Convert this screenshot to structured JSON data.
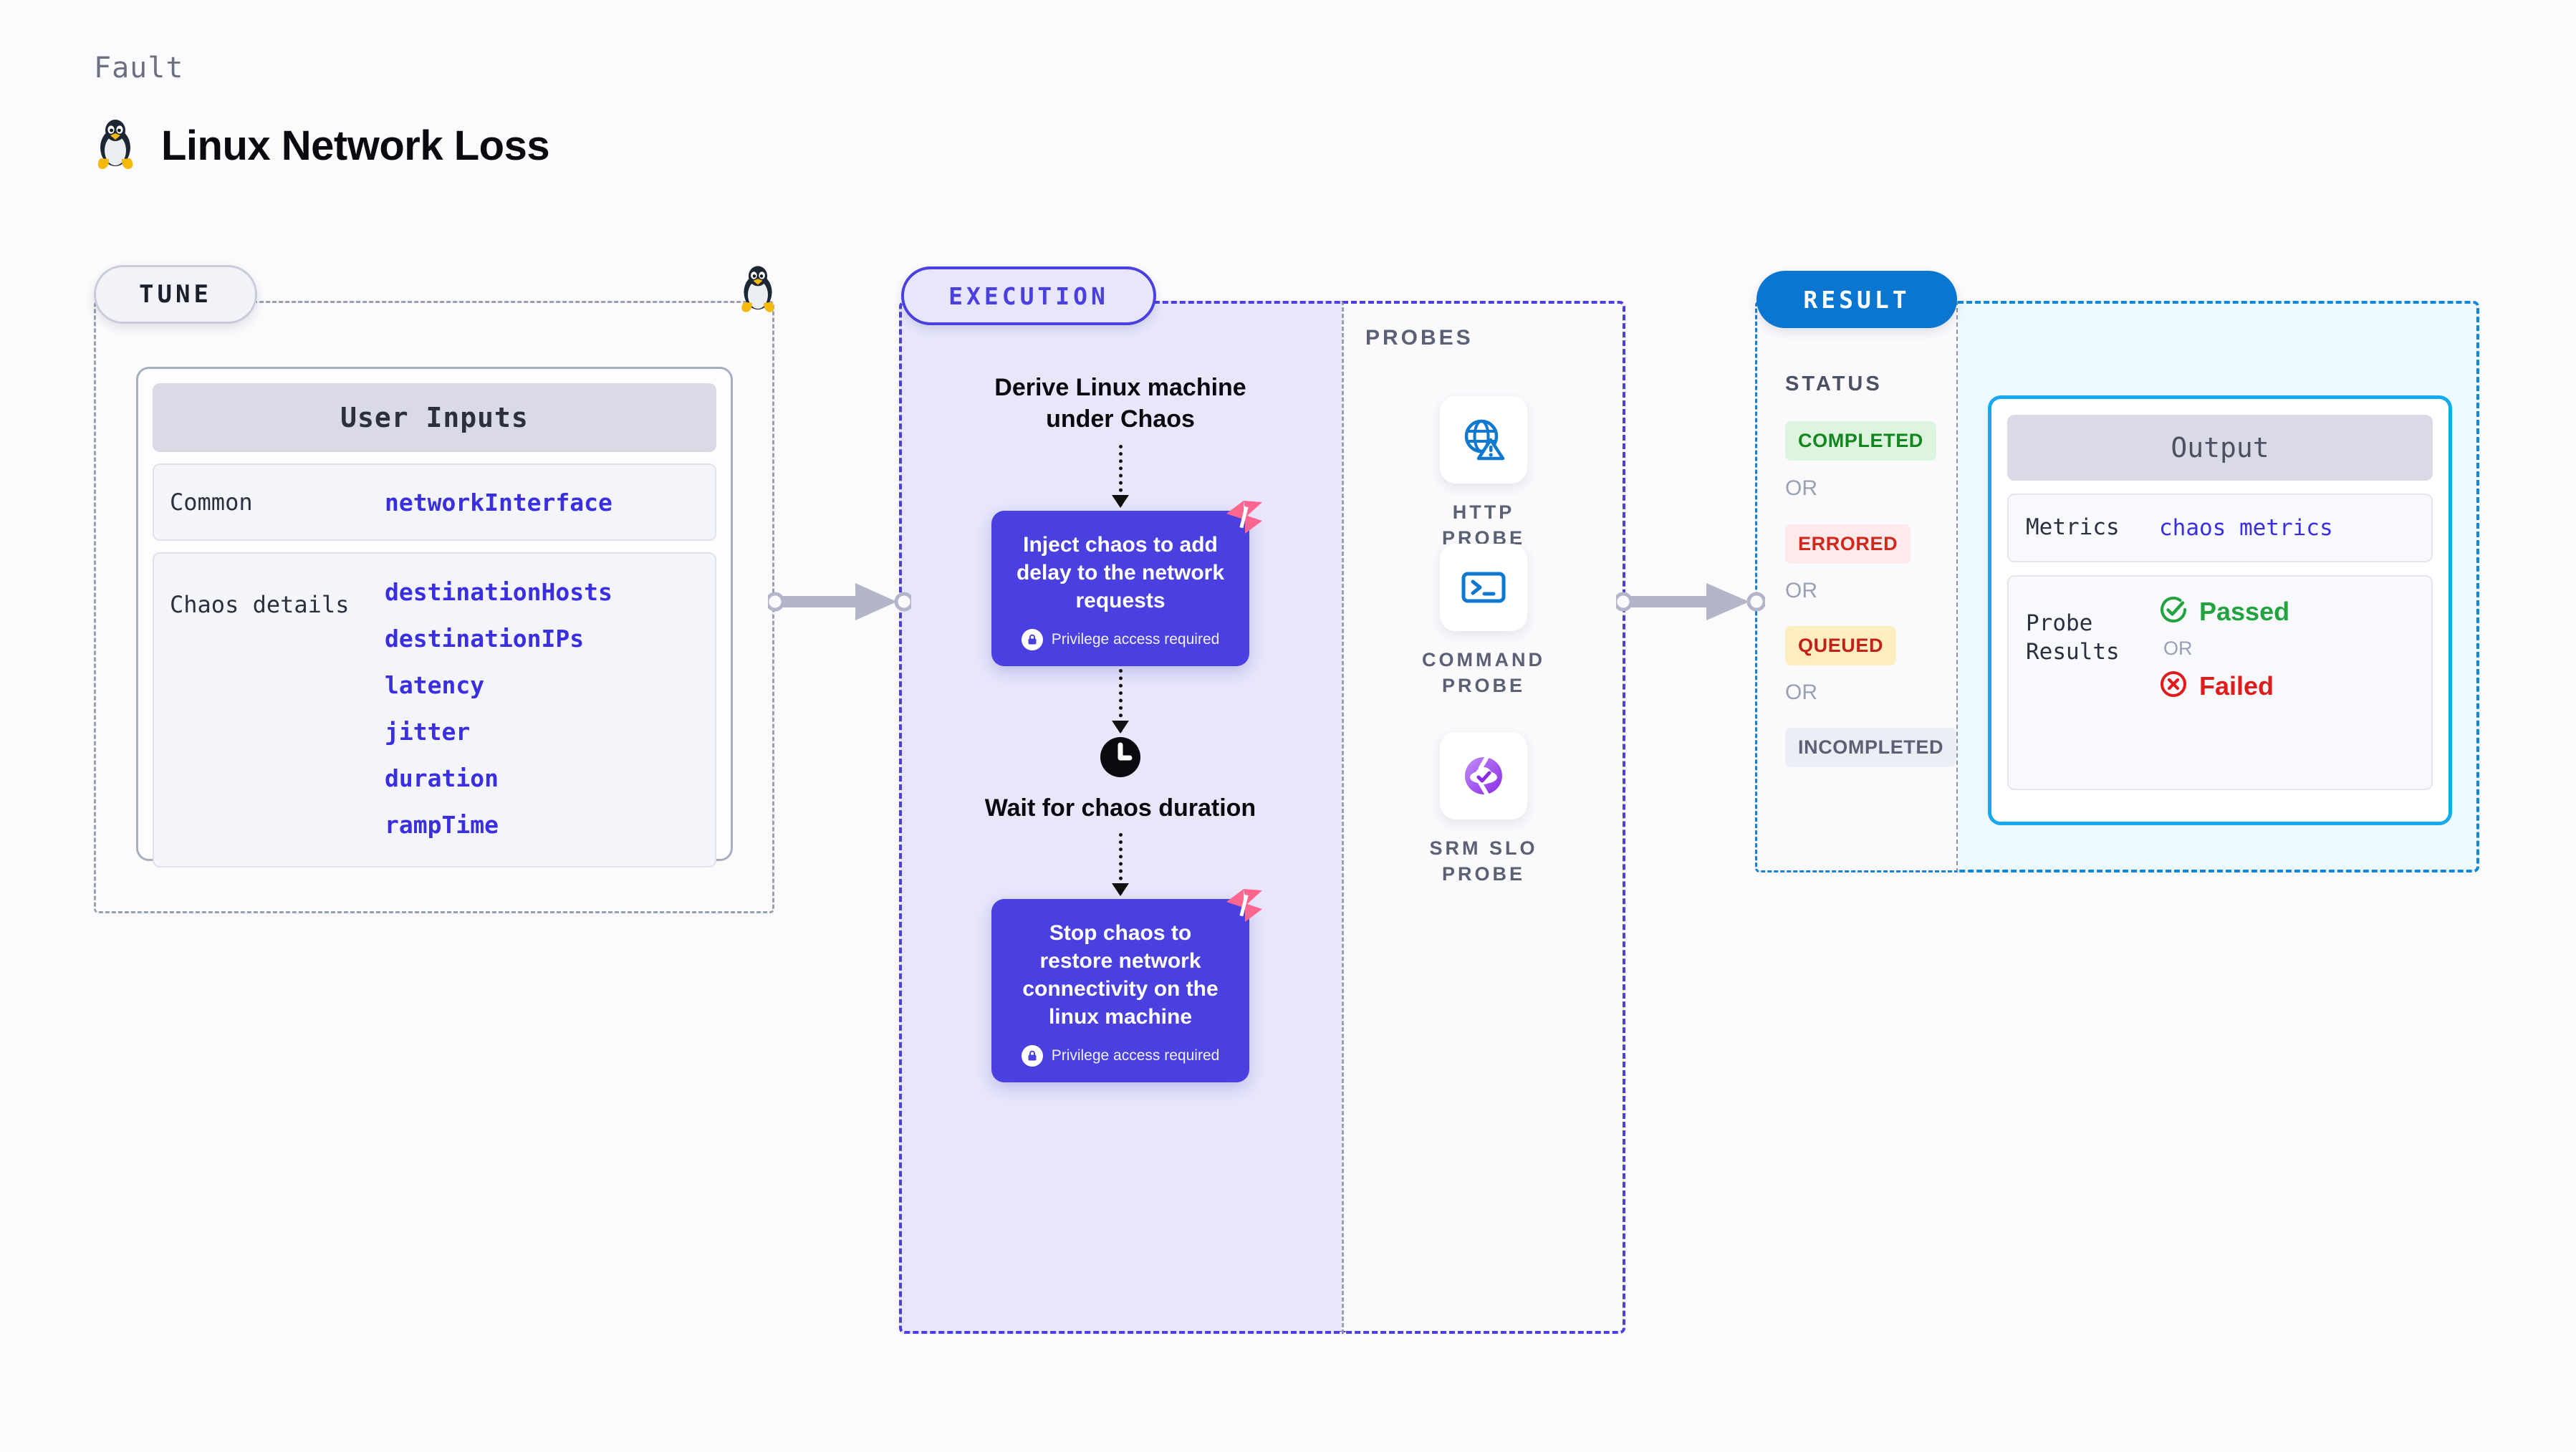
{
  "header": {
    "kicker": "Fault",
    "title": "Linux Network Loss",
    "icon": "linux-penguin-icon"
  },
  "tune": {
    "pill_label": "TUNE",
    "badge_icon": "linux-penguin-icon",
    "card_title": "User Inputs",
    "rows": [
      {
        "key": "Common",
        "values": [
          "networkInterface"
        ]
      },
      {
        "key": "Chaos details",
        "values": [
          "destinationHosts",
          "destinationIPs",
          "latency",
          "jitter",
          "duration",
          "rampTime"
        ]
      }
    ]
  },
  "execution": {
    "pill_label": "EXECUTION",
    "steps": [
      {
        "type": "title",
        "text": "Derive Linux machine under Chaos",
        "icon": null
      },
      {
        "type": "card",
        "text": "Inject chaos to add delay to the network requests",
        "note": "Privilege access required",
        "note_icon": "lock-icon",
        "badge_icon": "harness-logo-icon"
      },
      {
        "type": "title",
        "text": "Wait for chaos duration",
        "icon": "clock-icon"
      },
      {
        "type": "card",
        "text": "Stop chaos to restore network connectivity on the linux machine",
        "note": "Privilege access required",
        "note_icon": "lock-icon",
        "badge_icon": "harness-logo-icon"
      }
    ]
  },
  "probes": {
    "label": "PROBES",
    "items": [
      {
        "name": "HTTP PROBE",
        "icon": "globe-warning-icon"
      },
      {
        "name": "COMMAND PROBE",
        "icon": "terminal-icon"
      },
      {
        "name": "SRM SLO PROBE",
        "icon": "slo-donut-check-icon"
      }
    ]
  },
  "result": {
    "pill_label": "RESULT",
    "status_label": "STATUS",
    "or_label": "OR",
    "statuses": [
      {
        "label": "COMPLETED",
        "bg": "#ddf5de",
        "color": "#14861f"
      },
      {
        "label": "ERRORED",
        "bg": "#fdeaea",
        "color": "#d0281c"
      },
      {
        "label": "QUEUED",
        "bg": "#fdeec2",
        "color": "#c4201a"
      },
      {
        "label": "INCOMPLETED",
        "bg": "#eceef5",
        "color": "#5b6074"
      }
    ]
  },
  "output": {
    "title": "Output",
    "metrics_key": "Metrics",
    "metrics_value": "chaos metrics",
    "probe_key": "Probe Results",
    "or_label": "OR",
    "verdicts": [
      {
        "label": "Passed",
        "icon": "check-circle-icon",
        "color": "#22a33f"
      },
      {
        "label": "Failed",
        "icon": "x-circle-icon",
        "color": "#e01b1b"
      }
    ]
  },
  "colors": {
    "accent_purple": "#4a40e0",
    "accent_blue": "#0b76d0",
    "cyan_border": "#18a8ee",
    "pink_logo": "#ff668f",
    "link_blue": "#3a2fe0"
  }
}
